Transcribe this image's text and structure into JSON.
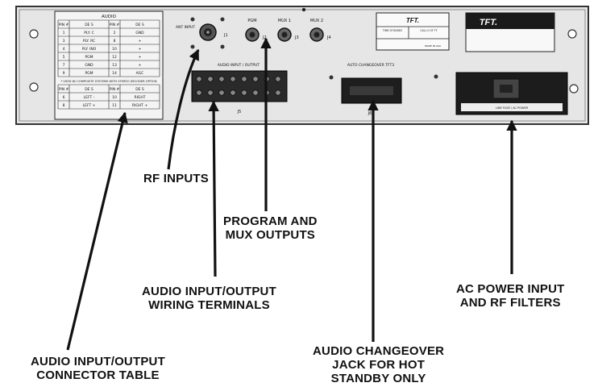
{
  "panel": {
    "connector_table": {
      "title": "AUDIO",
      "header": [
        "PIN #",
        "DE S",
        "PIN #",
        "DE S"
      ],
      "rows": [
        [
          "1",
          "PLY. C",
          "2",
          "GND"
        ],
        [
          "3",
          "PLY. RC",
          "8",
          "+"
        ],
        [
          "4",
          "PLY. INO",
          "10",
          "+"
        ],
        [
          "5",
          "PGM",
          "12",
          "+"
        ],
        [
          "7",
          "GND",
          "13",
          "+"
        ],
        [
          "9",
          "PGM",
          "14",
          "AGC"
        ]
      ],
      "note": "* USED W/ COMPOSITE SYSTEMS WITH STEREO DECODER OPTION",
      "header2": [
        "PIN #",
        "DE S",
        "PIN #",
        "DE S"
      ],
      "rows2": [
        [
          "6",
          "LEFT -",
          "10",
          "RIGHT"
        ],
        [
          "8",
          "LEFT +",
          "11",
          "RIGHT +"
        ]
      ]
    },
    "rf_label": "ANT INPUT",
    "j1": "J1",
    "bnc_labels": [
      "PGM",
      "MUX 1",
      "MUX 2"
    ],
    "bnc_jacks": [
      "J2",
      "J3",
      "J4"
    ],
    "audio_io_label": "AUDIO INPUT / OUTPUT",
    "j5": "J5",
    "changeover_label": "AUTO CHANGEOVER TFT3",
    "j6": "J6",
    "tft_box": {
      "logo": "TFT.",
      "left": "TIME 0F BOXES",
      "right": "CALL 0 OF TF",
      "bottom": "MADE IN USA"
    },
    "tft_plate": {
      "logo": "TFT."
    },
    "ac_plate": "LINE FUSE / AC POWER"
  },
  "callouts": [
    {
      "id": "rf-inputs",
      "lines": [
        "RF INPUTS"
      ]
    },
    {
      "id": "program-mux",
      "lines": [
        "PROGRAM AND",
        "MUX OUTPUTS"
      ]
    },
    {
      "id": "wiring-terminals",
      "lines": [
        "AUDIO INPUT/OUTPUT",
        "WIRING TERMINALS"
      ]
    },
    {
      "id": "ac-power",
      "lines": [
        "AC POWER INPUT",
        "AND RF FILTERS"
      ]
    },
    {
      "id": "connector-table",
      "lines": [
        "AUDIO INPUT/OUTPUT",
        "CONNECTOR TABLE"
      ]
    },
    {
      "id": "changeover-jack",
      "lines": [
        "AUDIO CHANGEOVER",
        "JACK FOR HOT",
        "STANDBY ONLY"
      ]
    }
  ]
}
